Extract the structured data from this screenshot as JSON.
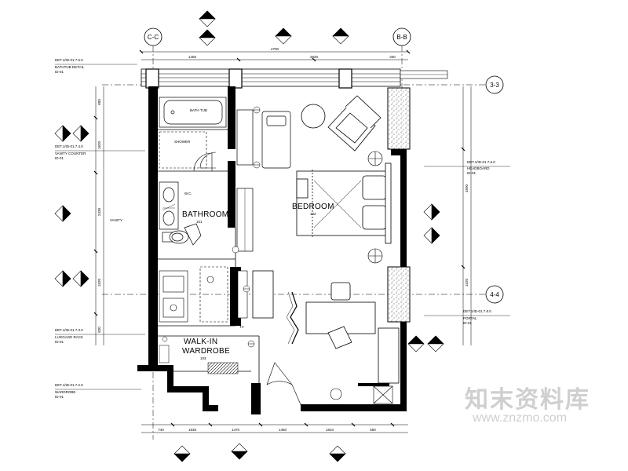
{
  "grid": {
    "c": "C-C",
    "b": "B-B",
    "three": "3-3",
    "four": "4-4"
  },
  "rooms": {
    "bathroom": "BATHROOM",
    "bedroom": "BEDROOM",
    "walkin_line1": "WALK-IN",
    "walkin_line2": "WARDROBE"
  },
  "room_numbers": {
    "bathroom": "101",
    "bedroom": "102",
    "walkin": "103"
  },
  "fixtures": {
    "bathtub": "BATH TUB",
    "shower": "SHOWER",
    "wc": "W.C.",
    "vanity": "VANITY",
    "tv": "TV"
  },
  "details": [
    {
      "id": "bathtub",
      "code": "DET.1/ID-01.7.5.0",
      "name": "BATHTUB DETAIL",
      "ref": "ID-01"
    },
    {
      "id": "vanity",
      "code": "DET.1/ID-01.7.4.0",
      "name": "VANITY COUNTER",
      "ref": "ID-01"
    },
    {
      "id": "luggage",
      "code": "DET.1/ID-01.7.3.0",
      "name": "LUGGAGE RACK",
      "ref": "ID-01"
    },
    {
      "id": "wardrobe",
      "code": "DET.1/ID-01.7.2.0",
      "name": "WARDROBE",
      "ref": "ID-01"
    },
    {
      "id": "headboard",
      "code": "DET.1/ID-01.7.6.0",
      "name": "HEADBOARD",
      "ref": "ID-01"
    },
    {
      "id": "portal",
      "code": "DET.1/ID-01.7.8.0",
      "name": "PORTAL",
      "ref": "ID-01"
    }
  ],
  "dimensions": {
    "top_total": "4700",
    "top": [
      "1450",
      "2920",
      "330"
    ],
    "bottom": [
      "740",
      "1835",
      "1470",
      "1460",
      "1810",
      "550"
    ],
    "left": [
      "600",
      "1620",
      "2430",
      "1520",
      "820"
    ],
    "right": [
      "4590",
      "1520"
    ]
  },
  "watermark": {
    "brand": "知末资料库",
    "url": "www.znzmo.com"
  }
}
